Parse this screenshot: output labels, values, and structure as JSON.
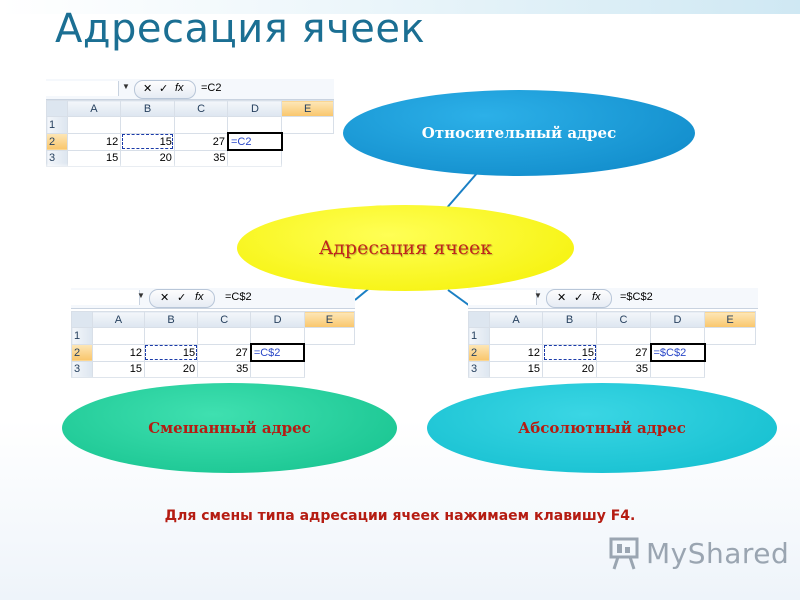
{
  "slide": {
    "title": "Адресация ячеек",
    "hint": "Для смены типа адресации ячеек нажимаем клавишу F4."
  },
  "center_node": {
    "label": "Адресация ячеек",
    "color": "#ffff00"
  },
  "nodes": {
    "relative": {
      "label": "Относительный адрес",
      "color": "#1a9ad6"
    },
    "mixed": {
      "label": "Смешанный адрес",
      "color": "#1fcf9a"
    },
    "absolute": {
      "label": "Абсолютный адрес",
      "color": "#17c8d8"
    }
  },
  "sheets": {
    "relative": {
      "formula": "=C2",
      "fx": "fx",
      "columns": [
        "A",
        "B",
        "C",
        "D",
        "E"
      ],
      "rows": [
        {
          "n": "1",
          "b": "",
          "c": "",
          "d": "",
          "e": ""
        },
        {
          "n": "2",
          "b": "12",
          "c": "15",
          "d": "27",
          "e": "=C2"
        },
        {
          "n": "3",
          "b": "15",
          "c": "20",
          "d": "35",
          "e": ""
        }
      ]
    },
    "mixed": {
      "formula": "=C$2",
      "fx": "fx",
      "columns": [
        "A",
        "B",
        "C",
        "D",
        "E"
      ],
      "rows": [
        {
          "n": "1",
          "b": "",
          "c": "",
          "d": "",
          "e": ""
        },
        {
          "n": "2",
          "b": "12",
          "c": "15",
          "d": "27",
          "e": "=C$2"
        },
        {
          "n": "3",
          "b": "15",
          "c": "20",
          "d": "35",
          "e": ""
        }
      ]
    },
    "absolute": {
      "formula": "=$C$2",
      "fx": "fx",
      "columns": [
        "A",
        "B",
        "C",
        "D",
        "E"
      ],
      "rows": [
        {
          "n": "1",
          "b": "",
          "c": "",
          "d": "",
          "e": ""
        },
        {
          "n": "2",
          "b": "12",
          "c": "15",
          "d": "27",
          "e": "=$C$2"
        },
        {
          "n": "3",
          "b": "15",
          "c": "20",
          "d": "35",
          "e": ""
        }
      ]
    }
  },
  "logo": {
    "text": "MyShared",
    "icon": "presentation-board-icon"
  }
}
